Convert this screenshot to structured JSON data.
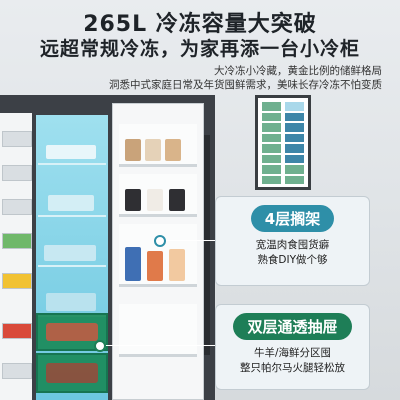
{
  "headline": {
    "line1": "265L 冷冻容量大突破",
    "line2": "远超常规冷冻，为家再添一台小冷柜"
  },
  "subtext": {
    "line1": "大冷冻小冷藏，黄金比例的储鲜格局",
    "line2": "洞悉中式家庭日常及年货囤鲜需求，美味长存冷冻不怕变质"
  },
  "callouts": [
    {
      "title": "4层搁架",
      "lines": [
        "宽温肉食囤货癖",
        "熟食DIY做个够"
      ]
    },
    {
      "title": "双层通透抽屉",
      "lines": [
        "牛羊/海鲜分区囤",
        "整只帕尔马火腿轻松放"
      ]
    }
  ],
  "diagram": {
    "colors": {
      "frame": "#3a3e42",
      "fridge_section": "#6fb08f",
      "freezer_section": "#3e86a8",
      "highlight": "#a9d8ea"
    }
  },
  "colors": {
    "freezer_light": "#9fe0ef",
    "drawer_green": "#1a8a5a",
    "callout_blue": "#2e8fa8",
    "callout_green": "#1e7e57"
  }
}
